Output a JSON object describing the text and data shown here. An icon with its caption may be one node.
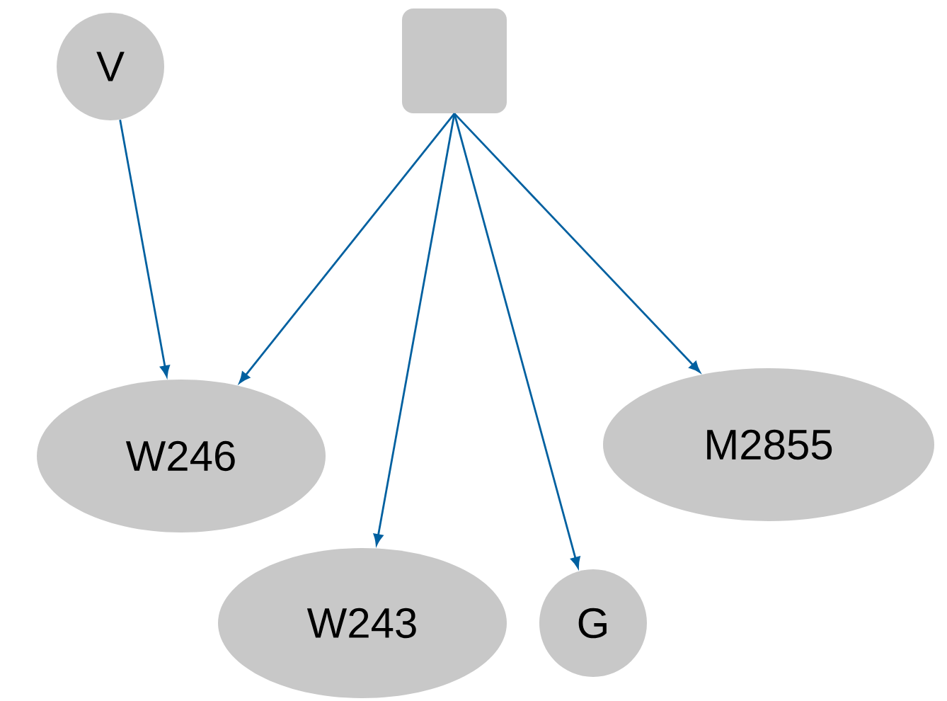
{
  "diagram": {
    "nodes": [
      {
        "text": [
          "V"
        ]
      },
      {
        "text": [],
        "shape": "box"
      },
      {
        "text": [
          "W246"
        ]
      },
      {
        "text": [
          "W243"
        ]
      },
      {
        "text": [
          "G"
        ]
      },
      {
        "text": [
          "M2855"
        ]
      }
    ],
    "edges": [
      {
        "from": 0,
        "to": 2,
        "arrow": "to"
      },
      {
        "from": 1,
        "to": 2,
        "arrow": "to"
      },
      {
        "from": 1,
        "to": 3,
        "arrow": "to"
      },
      {
        "from": 1,
        "to": 4,
        "arrow": "to"
      },
      {
        "from": 1,
        "to": 5,
        "arrow": "to"
      }
    ]
  }
}
